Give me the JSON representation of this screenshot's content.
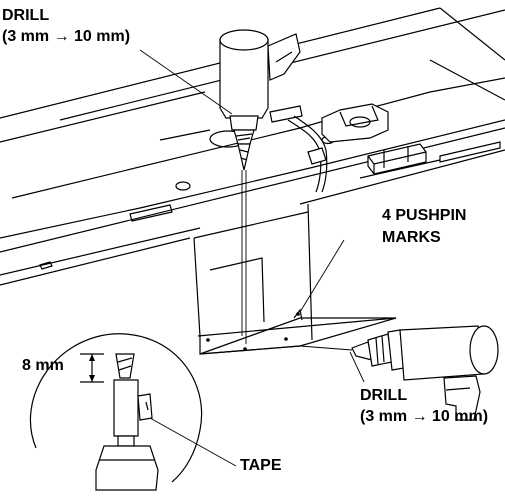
{
  "labels": {
    "drill_top_line1": "DRILL",
    "drill_top_line2": "(3 mm → 10 mm)",
    "pushpin_line1": "4 PUSHPIN",
    "pushpin_line2": "MARKS",
    "depth": "8 mm",
    "drill_side_line1": "DRILL",
    "drill_side_line2": "(3 mm → 10 mm)",
    "tape": "TAPE"
  }
}
